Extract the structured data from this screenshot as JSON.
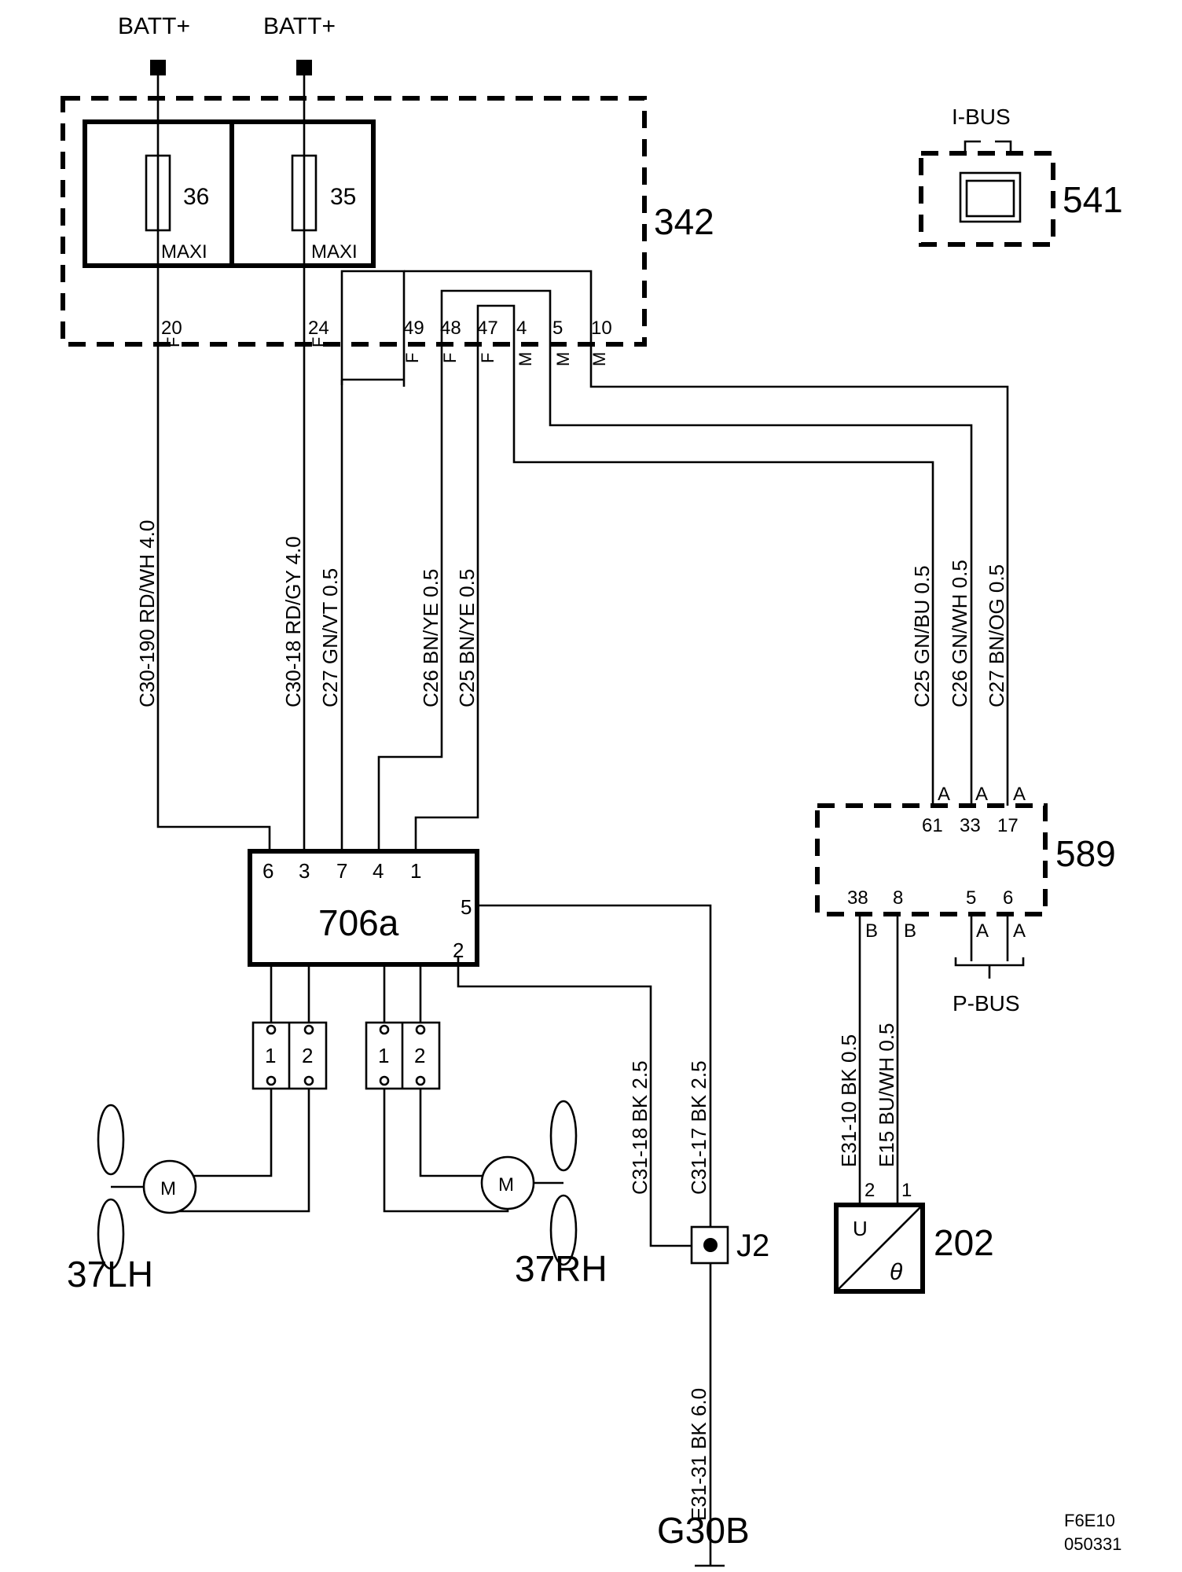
{
  "supply": {
    "batt_left": "BATT+",
    "batt_right": "BATT+"
  },
  "components": {
    "c342": "342",
    "c541": "541",
    "c589": "589",
    "c706a": "706a",
    "c202": "202",
    "c37lh": "37LH",
    "c37rh": "37RH",
    "j2": "J2",
    "g30b": "G30B"
  },
  "fuses": {
    "fuse36": {
      "number": "36",
      "type": "MAXI"
    },
    "fuse35": {
      "number": "35",
      "type": "MAXI"
    }
  },
  "pins_342": [
    {
      "pin": "20",
      "code": "F"
    },
    {
      "pin": "24",
      "code": "F"
    },
    {
      "pin": "49",
      "code": "F"
    },
    {
      "pin": "48",
      "code": "F"
    },
    {
      "pin": "47",
      "code": "F"
    },
    {
      "pin": "4",
      "code": "M"
    },
    {
      "pin": "5",
      "code": "M"
    },
    {
      "pin": "10",
      "code": "M"
    }
  ],
  "pins_706a": {
    "p6": "6",
    "p3": "3",
    "p7": "7",
    "p4": "4",
    "p1": "1",
    "p5": "5",
    "p2": "2"
  },
  "pins_589": {
    "top": [
      {
        "pin": "61",
        "code": "A"
      },
      {
        "pin": "33",
        "code": "A"
      },
      {
        "pin": "17",
        "code": "A"
      }
    ],
    "bottom": [
      {
        "pin": "38",
        "code": "B"
      },
      {
        "pin": "8",
        "code": "B"
      },
      {
        "pin": "5",
        "code": "A"
      },
      {
        "pin": "6",
        "code": "A"
      }
    ]
  },
  "pins_202": {
    "p2": "2",
    "p1": "1",
    "u": "U",
    "theta": "θ"
  },
  "connector_pins": {
    "left": [
      "1",
      "2"
    ],
    "right": [
      "1",
      "2"
    ]
  },
  "motor_label": "M",
  "buses": {
    "ibus": "I-BUS",
    "pbus": "P-BUS"
  },
  "wires": {
    "c30_190": "C30-190  RD/WH  4.0",
    "c30_18": "C30-18  RD/GY  4.0",
    "c27_left": "C27  GN/VT  0.5",
    "c26_left": "C26  BN/YE  0.5",
    "c25_left": "C25  BN/YE  0.5",
    "c25_right": "C25  GN/BU  0.5",
    "c26_right": "C26  GN/WH  0.5",
    "c27_right": "C27  BN/OG  0.5",
    "c31_18": "C31-18  BK  2.5",
    "c31_17": "C31-17  BK  2.5",
    "e31_31": "E31-31  BK  6.0",
    "e31_10": "E31-10  BK  0.5",
    "e15": "E15  BU/WH  0.5"
  },
  "footer": {
    "code": "F6E10",
    "date": "050331"
  }
}
